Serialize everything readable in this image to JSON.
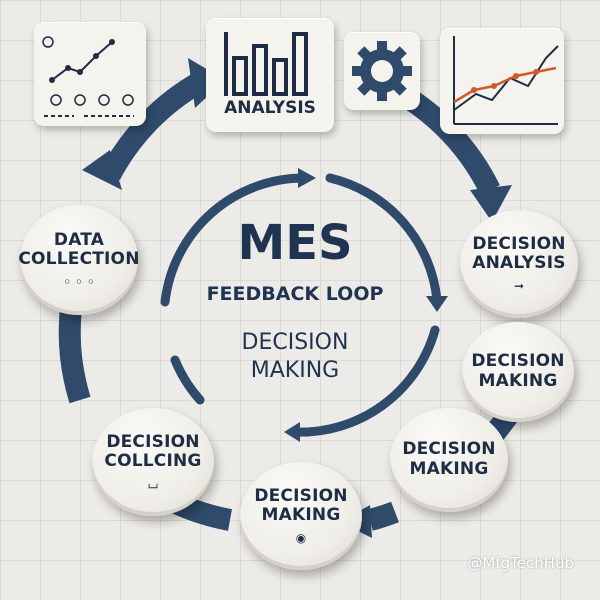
{
  "diagram": {
    "center": {
      "title": "MES",
      "subtitle": "FEEDBACK LOOP",
      "caption_line1": "DECISION",
      "caption_line2": "MAKING"
    },
    "top_card": {
      "label": "ANALYSIS"
    },
    "nodes": [
      {
        "line1": "DATA",
        "line2": "COLLECTION",
        "icon": "small-circles-icon"
      },
      {
        "line1": "DECISION",
        "line2": "ANALYSIS",
        "icon": "right-arrow-icon"
      },
      {
        "line1": "DECISION",
        "line2": "MAKING",
        "icon": ""
      },
      {
        "line1": "DECISION",
        "line2": "MAKING",
        "icon": ""
      },
      {
        "line1": "DECISION",
        "line2": "MAKING",
        "icon": "eye-icon"
      },
      {
        "line1": "DECISION",
        "line2": "COLLCING",
        "icon": "tray-icon"
      }
    ],
    "icons": [
      "home-icon",
      "line-chart-icon",
      "bar-chart-icon",
      "gear-icon",
      "trend-chart-icon"
    ]
  },
  "watermark": "@MfgTechHub",
  "colors": {
    "primary": "#2f4a6b",
    "text": "#1f2d44",
    "accent_orange": "#d4572a",
    "background": "#ecebe7"
  }
}
